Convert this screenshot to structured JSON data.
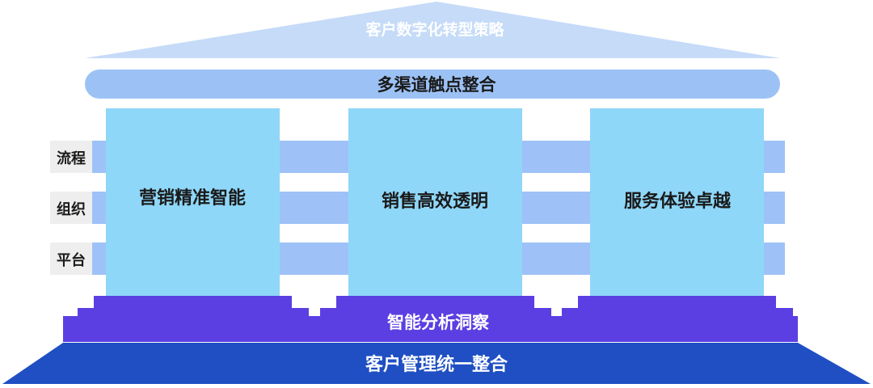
{
  "roof": {
    "title": "客户数字化转型策略",
    "color": "#c5dbf8",
    "text_color": "#ffffff"
  },
  "beam": {
    "title": "多渠道触点整合",
    "color": "#9cc2f5",
    "text_color": "#1a1a1a"
  },
  "layers": [
    {
      "label": "流程"
    },
    {
      "label": "组织"
    },
    {
      "label": "平台"
    }
  ],
  "layer_band_color": "#9ec2f7",
  "layer_label_bg": "#eeeeee",
  "pillars": [
    {
      "label": "营销精准智能"
    },
    {
      "label": "销售高效透明"
    },
    {
      "label": "服务体验卓越"
    }
  ],
  "pillar_color": "#8fd7f8",
  "analytics_base": {
    "title": "智能分析洞察",
    "color": "#5b3fe2",
    "text_color": "#ffffff"
  },
  "foundation": {
    "title": "客户管理统一整合",
    "color": "#1f4fc3",
    "text_color": "#ffffff"
  }
}
